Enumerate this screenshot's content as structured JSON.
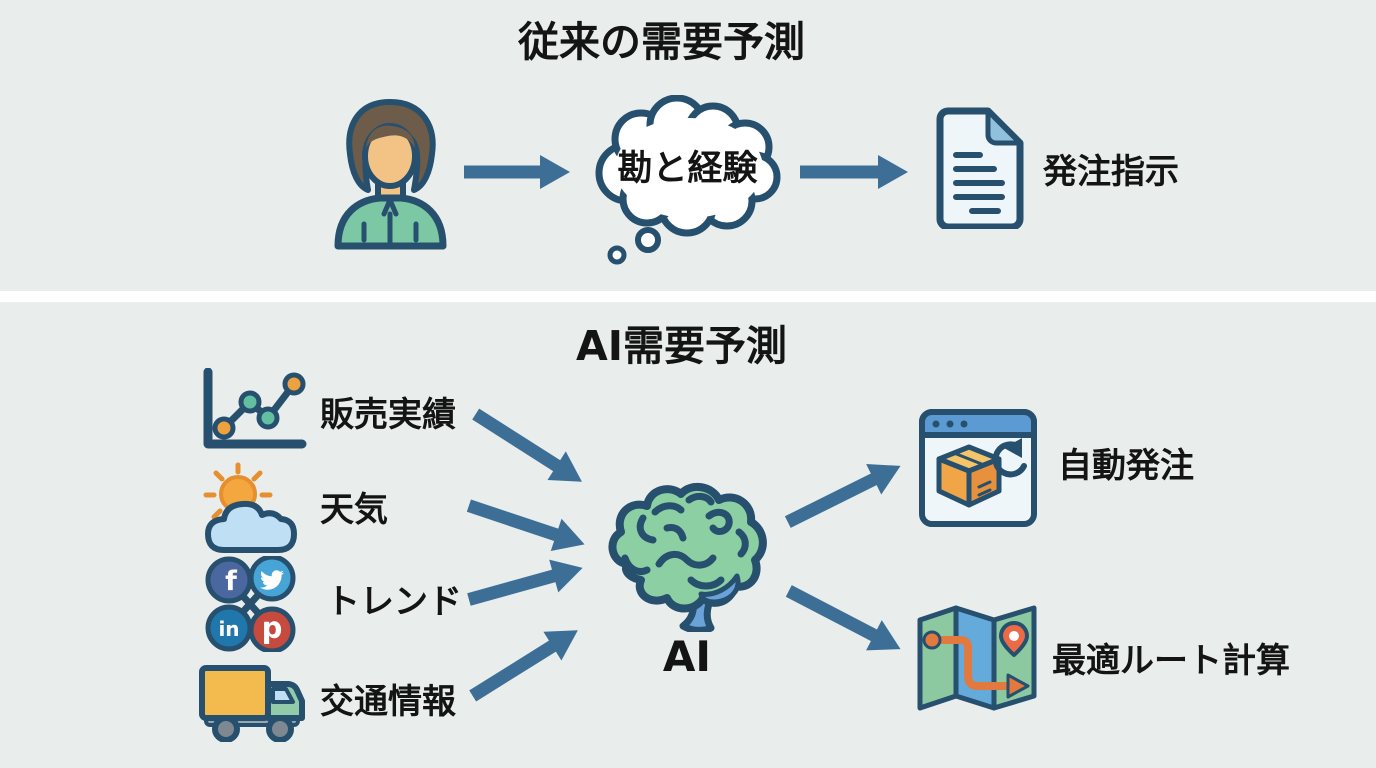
{
  "colors": {
    "background": "#e9edec",
    "divider_white": "#ffffff",
    "text_black": "#141414",
    "arrow_blue": "#3d6f96",
    "outline_navy": "#26506e",
    "brain_green": "#8ccfa3",
    "brain_stem_blue": "#6aa3d8",
    "skin_tan": "#f2c385",
    "hair_brown": "#6d5c49",
    "shirt_green": "#7cc7a4",
    "bubble_white": "#ffffff",
    "paper_white": "#eff6fa",
    "doc_fold_blue": "#8fc0dc",
    "teal_dot": "#62bfa0",
    "accent_orange": "#eda23f",
    "sun_orange": "#f3a73e",
    "sun_ray_orange": "#e78f2e",
    "light_blue": "#bfdff4",
    "facebook_blue": "#4a67a0",
    "twitter_blue": "#47a4d6",
    "linkedin_blue": "#2077ab",
    "pinterest_red": "#c64a3d",
    "truck_yellow": "#f3bb4d",
    "cab_green": "#92cbaa",
    "wheel_gray": "#7d8891",
    "chassis_gray": "#9aa5ad",
    "browser_bar_blue": "#5b9ad2",
    "box_top": "#f6c468",
    "box_left": "#f0a648",
    "box_right": "#e8913d",
    "map_green": "#8cc9a1",
    "map_blue": "#64aadb",
    "route_orange": "#e2793f",
    "pin_red": "#ec6a47"
  },
  "traditional": {
    "title": "従来の需要予測",
    "thought_bubble_text": "勘と経験",
    "document_label": "発注指示",
    "icons": [
      "person-icon",
      "thought-bubble",
      "document-icon"
    ]
  },
  "ai": {
    "title": "AI需要予測",
    "center_label": "AI",
    "center_icon": "brain-icon",
    "inputs": [
      {
        "icon": "sales-chart-icon",
        "label": "販売実績"
      },
      {
        "icon": "weather-icon",
        "label": "天気"
      },
      {
        "icon": "social-media-icon",
        "label": "トレンド"
      },
      {
        "icon": "truck-icon",
        "label": "交通情報"
      }
    ],
    "outputs": [
      {
        "icon": "auto-order-icon",
        "label": "自動発注"
      },
      {
        "icon": "route-map-icon",
        "label": "最適ルート計算"
      }
    ],
    "social_glyphs": {
      "facebook": "f",
      "linkedin": "in",
      "pinterest": "p"
    }
  }
}
